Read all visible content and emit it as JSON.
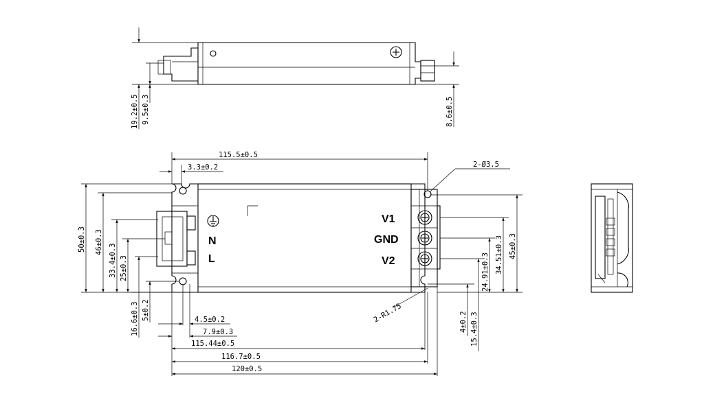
{
  "terminals": {
    "v1": "V1",
    "gnd": "GND",
    "v2": "V2",
    "n": "N",
    "l": "L"
  },
  "dims": {
    "side_h_total": "19.2±0.5",
    "side_h_body": "9.5±0.3",
    "side_h_right": "8.6±0.5",
    "len_115_5": "115.5±0.5",
    "off_3_3": "3.3±0.2",
    "hole": "2-Ø3.5",
    "h_50": "50±0.3",
    "h_46": "46±0.3",
    "h_33_4": "33.4±0.3",
    "h_25": "25±0.3",
    "h_16_6": "16.6±0.3",
    "h_5": "5±0.2",
    "w_4_5": "4.5±0.2",
    "w_7_9": "7.9±0.3",
    "len_115_44": "115.44±0.5",
    "len_116_7": "116.7±0.5",
    "len_120": "120±0.5",
    "radius": "2-R1.75",
    "r_45": "45±0.3",
    "r_34_51": "34.51±0.3",
    "r_24_91": "24.91±0.3",
    "r_15_4": "15.4±0.3",
    "r_4": "4±0.2"
  }
}
